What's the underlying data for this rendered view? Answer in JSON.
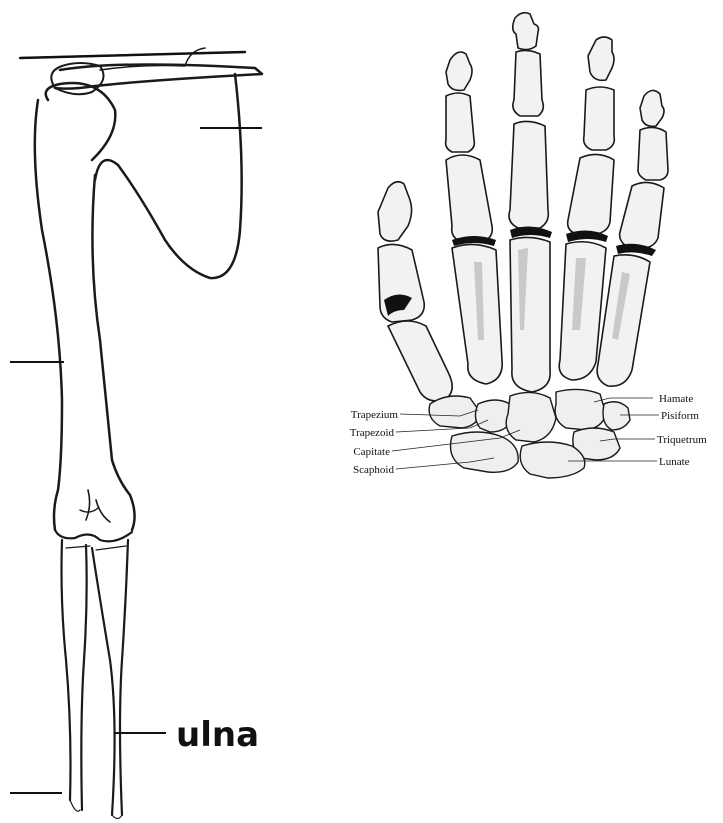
{
  "arm": {
    "ulna_label": "ulna"
  },
  "hand": {
    "carpal_labels_left": [
      "Trapezium",
      "Trapezoid",
      "Capitate",
      "Scaphoid"
    ],
    "carpal_labels_right": [
      "Hamate",
      "Pisiform",
      "Triquetrum",
      "Lunate"
    ]
  }
}
